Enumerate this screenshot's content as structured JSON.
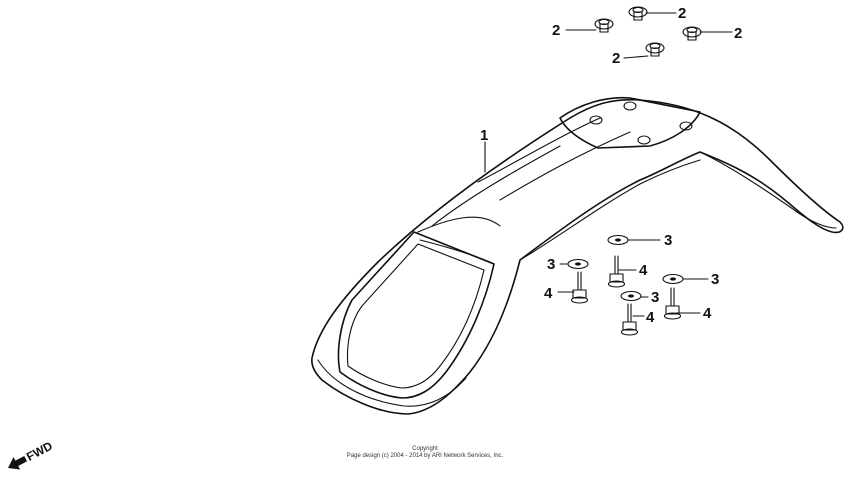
{
  "callouts": {
    "fender": "1",
    "bolt_top_a": "2",
    "bolt_top_b": "2",
    "bolt_top_c": "2",
    "bolt_top_d": "2",
    "washer_a": "3",
    "washer_b": "3",
    "washer_c": "3",
    "washer_d": "3",
    "screw_a": "4",
    "screw_b": "4",
    "screw_c": "4",
    "screw_d": "4"
  },
  "direction_label": "FWD",
  "footer": {
    "line1": "Copyright",
    "line2": "Page design (c) 2004 - 2014 by ARI Network Services, Inc."
  }
}
